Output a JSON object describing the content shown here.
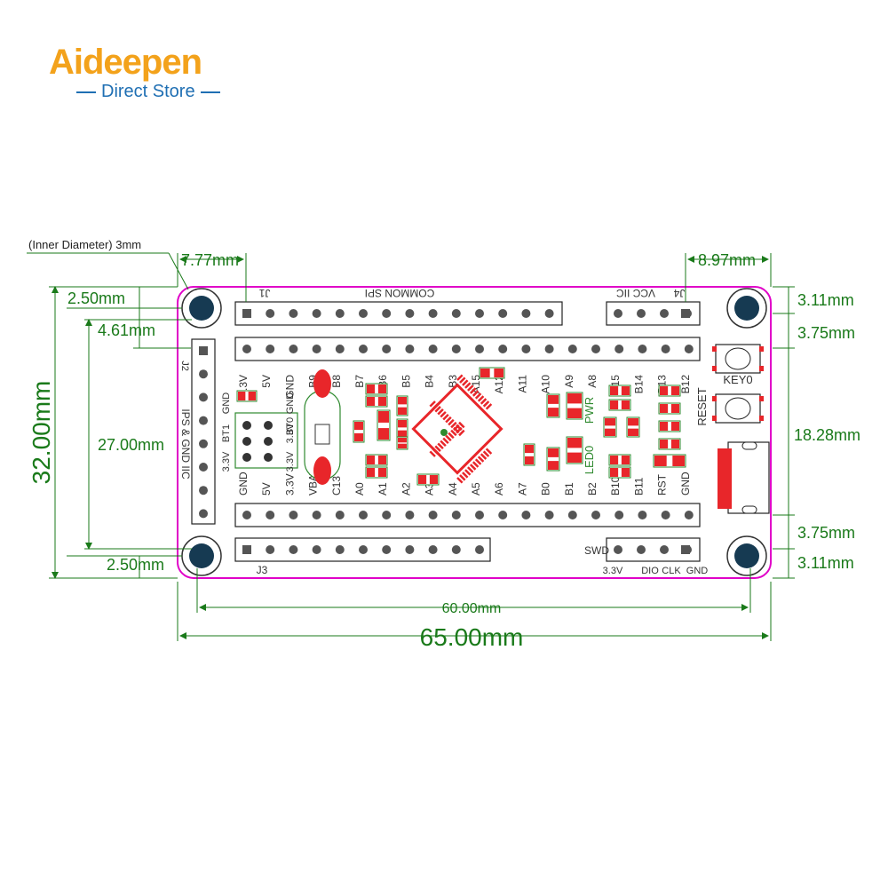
{
  "brand": {
    "name": "Aideepen",
    "tagline": "Direct Store"
  },
  "dimensions": {
    "inner_diameter": "(Inner Diameter) 3mm",
    "top_left_offset": "7.77mm",
    "top_right_offset": "8.97mm",
    "hole_top_left": "2.50mm",
    "j2_offset": "4.61mm",
    "total_height": "32.00mm",
    "j2_length": "27.00mm",
    "hole_bottom_left": "2.50mm",
    "top_right_1": "3.11mm",
    "top_right_2": "3.75mm",
    "mid_right": "18.28mm",
    "bottom_right_1": "3.75mm",
    "bottom_right_2": "3.11mm",
    "hole_span": "60.00mm",
    "total_width": "65.00mm"
  },
  "headers": {
    "j1_label": "J1",
    "j1_title": "COMMON SPI",
    "j4_label": "J4",
    "j4_title": "VCC IIC",
    "j2_label": "J2",
    "j2_title": "IPS & GND IIC",
    "j3_label": "J3",
    "swd_label": "SWD",
    "swd_pins": [
      "3.3V",
      "DIO",
      "CLK",
      "GND"
    ]
  },
  "top_row_labels": [
    "3.3V",
    "5V",
    "GND",
    "B9",
    "B8",
    "B7",
    "B6",
    "B5",
    "B4",
    "B3",
    "A15",
    "A12",
    "A11",
    "A10",
    "A9",
    "A8",
    "B15",
    "B14",
    "B13",
    "B12"
  ],
  "bottom_row_labels": [
    "GND",
    "5V",
    "3.3V",
    "VBAT",
    "C13",
    "A0",
    "A1",
    "A2",
    "A3",
    "A4",
    "A5",
    "A6",
    "A7",
    "B0",
    "B1",
    "B2",
    "B10",
    "B11",
    "RST",
    "GND"
  ],
  "boot_labels": [
    "3.3V",
    "BT1",
    "GND",
    "3.3V",
    "3.3V",
    "BT0",
    "GND"
  ],
  "components": {
    "key0": "KEY0",
    "reset": "RESET",
    "pwr": "PWR",
    "led0": "LED0"
  },
  "colors": {
    "board_outline": "#e000c8",
    "dimension": "#1a7a1a",
    "silk": "#2f8a2f",
    "pad_red": "#e8262a",
    "hole": "#163a52",
    "header_fill": "#ffffff"
  }
}
